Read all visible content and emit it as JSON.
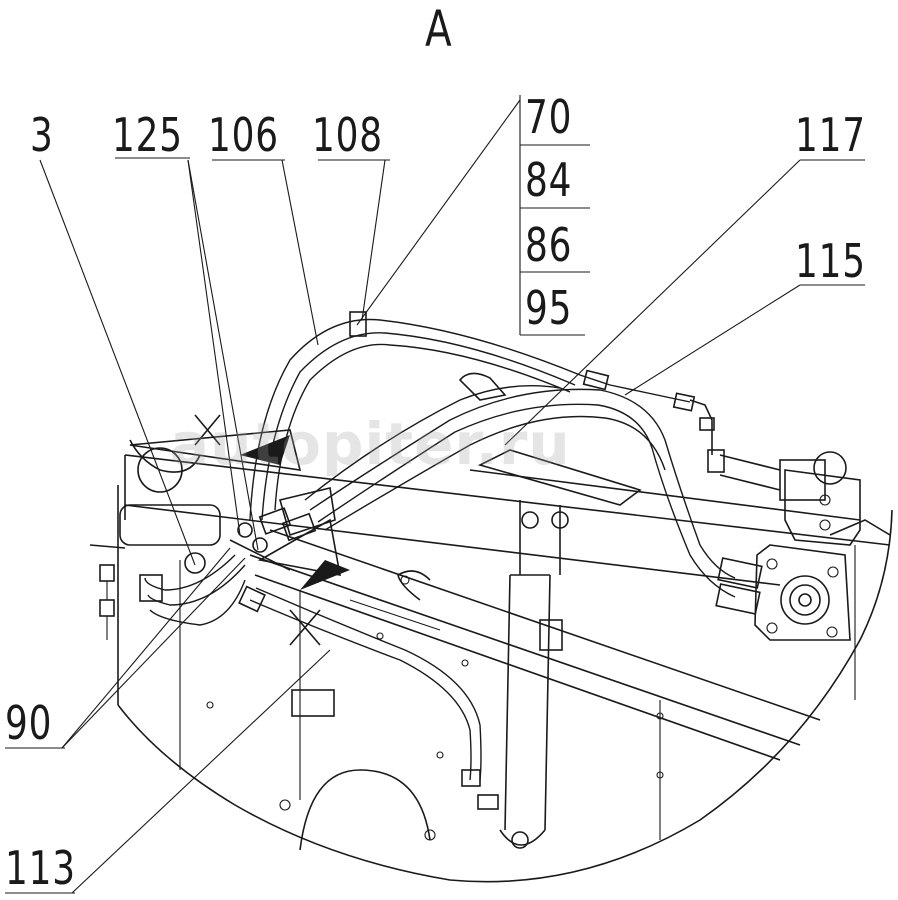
{
  "view": {
    "title": "A"
  },
  "callouts": [
    {
      "id": "c3",
      "text": "3"
    },
    {
      "id": "c125",
      "text": "125"
    },
    {
      "id": "c106",
      "text": "106"
    },
    {
      "id": "c108",
      "text": "108"
    },
    {
      "id": "c70",
      "text": "70"
    },
    {
      "id": "c84",
      "text": "84"
    },
    {
      "id": "c86",
      "text": "86"
    },
    {
      "id": "c95",
      "text": "95"
    },
    {
      "id": "c117",
      "text": "117"
    },
    {
      "id": "c115",
      "text": "115"
    },
    {
      "id": "c90",
      "text": "90"
    },
    {
      "id": "c113",
      "text": "113"
    }
  ],
  "watermark": {
    "text": "autopiter.ru"
  },
  "colors": {
    "line": "#1a1a1a",
    "background": "#ffffff"
  }
}
